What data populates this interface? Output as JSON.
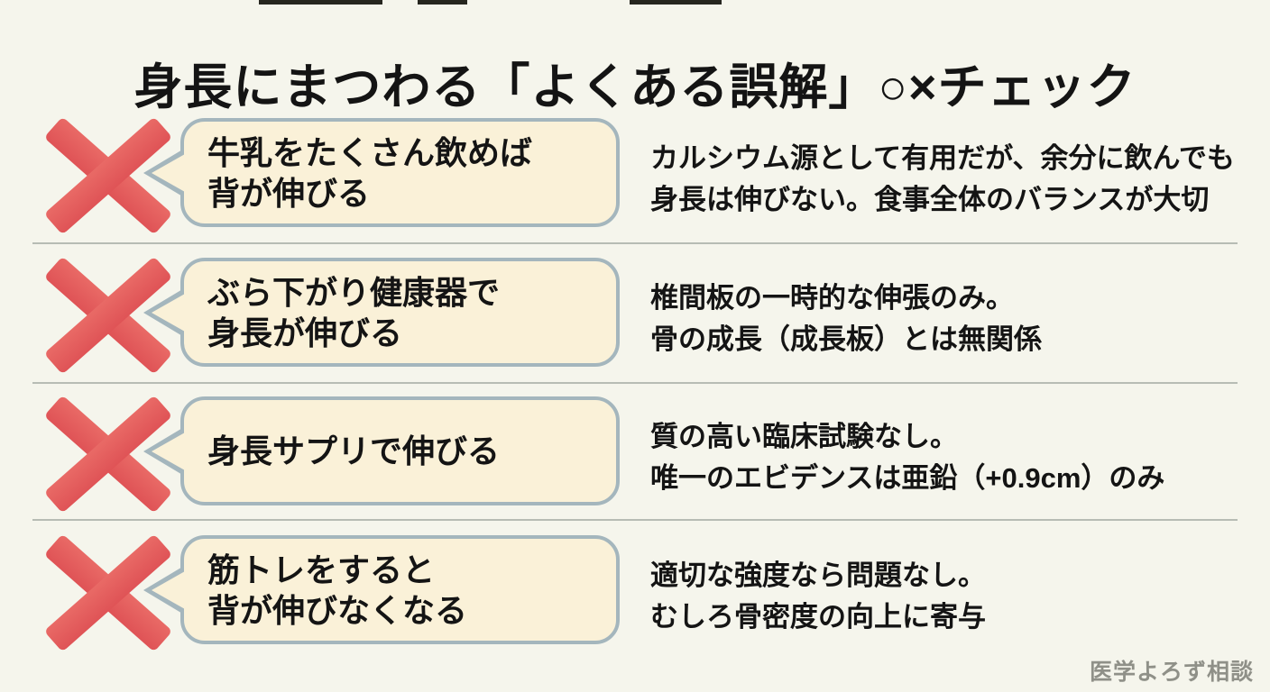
{
  "title": "身長にまつわる「よくある誤解」○×チェック",
  "watermark": "医学よろず相談",
  "colors": {
    "background": "#f5f5ec",
    "x_mark": "#e15c5c",
    "bubble_fill": "#faf1d8",
    "bubble_border": "#a4b6bd",
    "divider": "#b7bcb4",
    "text": "#141414",
    "watermark_text": "#8f9088"
  },
  "icons": {
    "x_mark": "×"
  },
  "rows": [
    {
      "verdict": "×",
      "claim": "牛乳をたくさん飲めば\n背が伸びる",
      "explanation": "カルシウム源として有用だが、余分に飲んでも\n身長は伸びない。食事全体のバランスが大切"
    },
    {
      "verdict": "×",
      "claim": "ぶら下がり健康器で\n身長が伸びる",
      "explanation": "椎間板の一時的な伸張のみ。\n骨の成長（成長板）とは無関係"
    },
    {
      "verdict": "×",
      "claim": "身長サプリで伸びる",
      "explanation": "質の高い臨床試験なし。\n唯一のエビデンスは亜鉛（+0.9cm）のみ"
    },
    {
      "verdict": "×",
      "claim": "筋トレをすると\n背が伸びなくなる",
      "explanation": "適切な強度なら問題なし。\nむしろ骨密度の向上に寄与"
    }
  ]
}
